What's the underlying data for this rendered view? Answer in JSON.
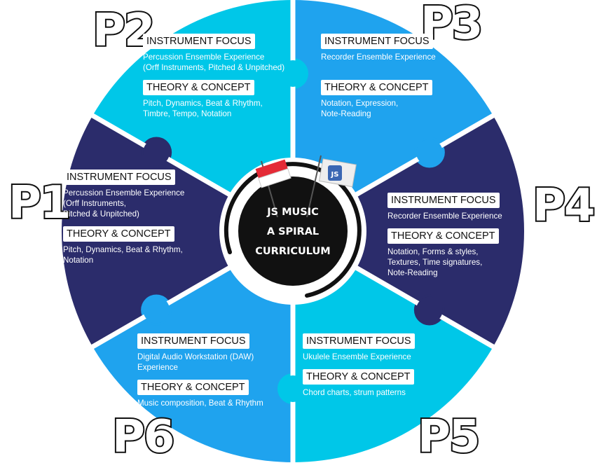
{
  "center": {
    "line1": "JS MUSIC",
    "line2": "A SPIRAL",
    "line3": "CURRICULUM",
    "badge": "JS"
  },
  "colors": {
    "p1": "#2b2c6b",
    "p2": "#00c7e8",
    "p3": "#1fa3ee",
    "p4": "#2b2c6b",
    "p5": "#00c7e8",
    "p6": "#1fa3ee",
    "flag_red": "#e42a36",
    "center_black": "#111111"
  },
  "segments": {
    "p1": {
      "grade": "P1",
      "instrument_label": "INSTRUMENT FOCUS",
      "instrument_text": "Percussion Ensemble Experience\n(Orff Instruments,\nPitched & Unpitched)",
      "theory_label": "THEORY & CONCEPT",
      "theory_text": "Pitch, Dynamics, Beat & Rhythm,\nNotation"
    },
    "p2": {
      "grade": "P2",
      "instrument_label": "INSTRUMENT FOCUS",
      "instrument_text": "Percussion Ensemble Experience\n(Orff Instruments, Pitched & Unpitched)",
      "theory_label": "THEORY & CONCEPT",
      "theory_text": "Pitch, Dynamics, Beat & Rhythm,\nTimbre, Tempo, Notation"
    },
    "p3": {
      "grade": "P3",
      "instrument_label": "INSTRUMENT FOCUS",
      "instrument_text": "Recorder Ensemble Experience",
      "theory_label": "THEORY & CONCEPT",
      "theory_text": "Notation, Expression,\nNote-Reading"
    },
    "p4": {
      "grade": "P4",
      "instrument_label": "INSTRUMENT FOCUS",
      "instrument_text": "Recorder Ensemble Experience",
      "theory_label": "THEORY & CONCEPT",
      "theory_text": "Notation, Forms & styles,\nTextures, Time signatures,\nNote-Reading"
    },
    "p5": {
      "grade": "P5",
      "instrument_label": "INSTRUMENT FOCUS",
      "instrument_text": "Ukulele Ensemble Experience",
      "theory_label": "THEORY & CONCEPT",
      "theory_text": "Chord charts, strum patterns"
    },
    "p6": {
      "grade": "P6",
      "instrument_label": "INSTRUMENT FOCUS",
      "instrument_text": "Digital Audio Workstation (DAW)\nExperience",
      "theory_label": "THEORY & CONCEPT",
      "theory_text": "Music composition, Beat & Rhythm"
    }
  }
}
